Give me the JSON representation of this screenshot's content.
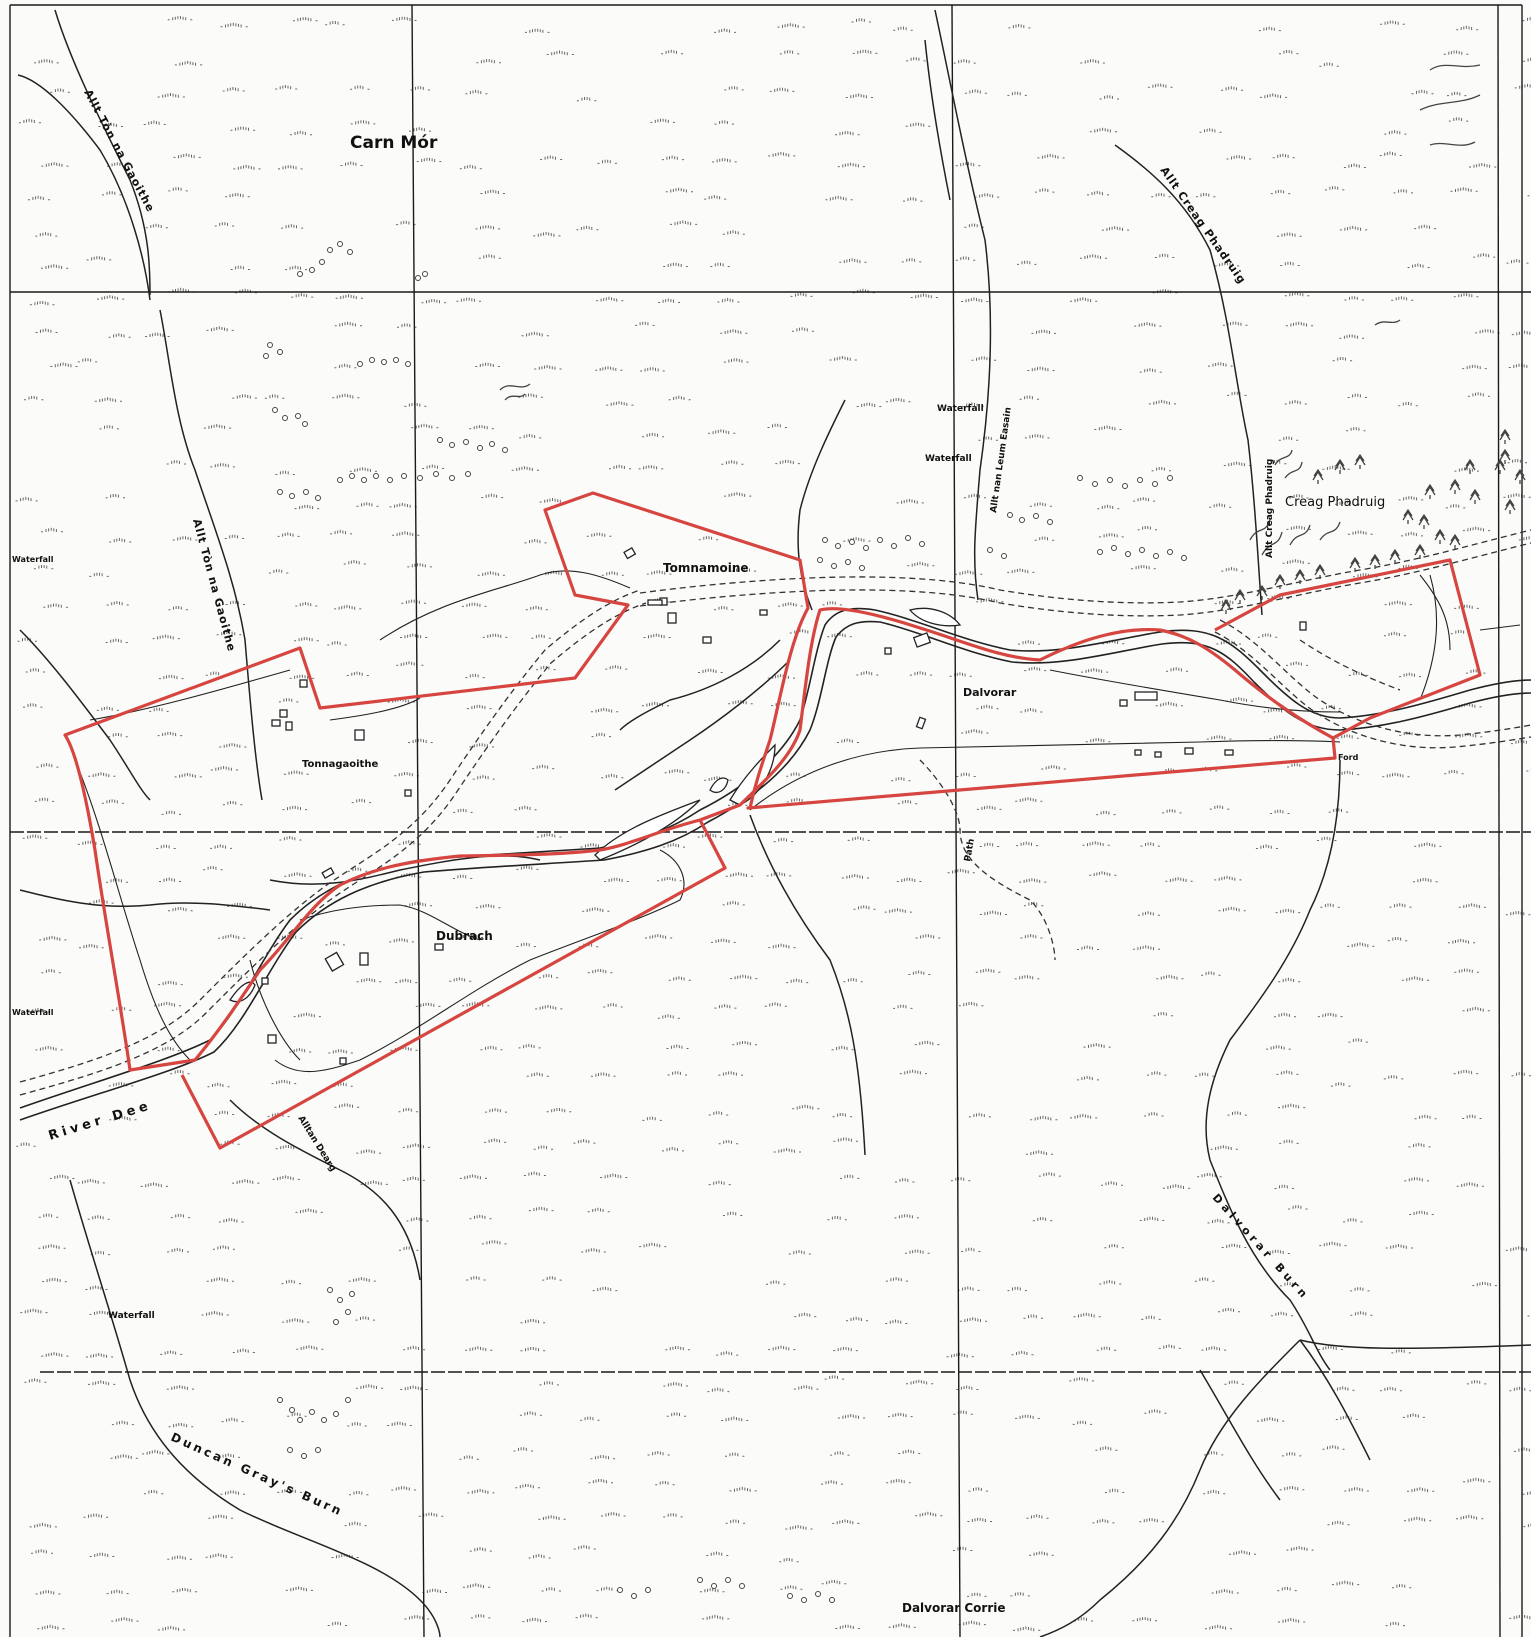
{
  "places": {
    "carn_mor": "Carn Mór",
    "tomnamoine": "Tomnamoine",
    "tonnagaoithe": "Tonnagaoithe",
    "dubrach": "Dubrach",
    "dalvorar": "Dalvorar",
    "creag_phadruig": "Creag Phadruig",
    "dalvorar_corrie": "Dalvorar Corrie"
  },
  "streams": {
    "allt_ton_na_gaoithe": "Allt Tòn na Gaoithe",
    "allt_creag_phadruig": "Allt Creag Phadruig",
    "allt_nan_leum_easain": "Allt nan Leum Easain",
    "alltan_dearg": "Alltan Dearg",
    "dalvorar_burn": "Dalvorar Burn",
    "duncan_grays_burn": "Duncan Gray's Burn",
    "river_dee": "River Dee"
  },
  "features": {
    "waterfall": "Waterfall",
    "path": "Path",
    "ford": "Ford"
  },
  "colors": {
    "boundary": "#d6453f",
    "ink": "#222222",
    "paper": "#fbfbf9"
  }
}
